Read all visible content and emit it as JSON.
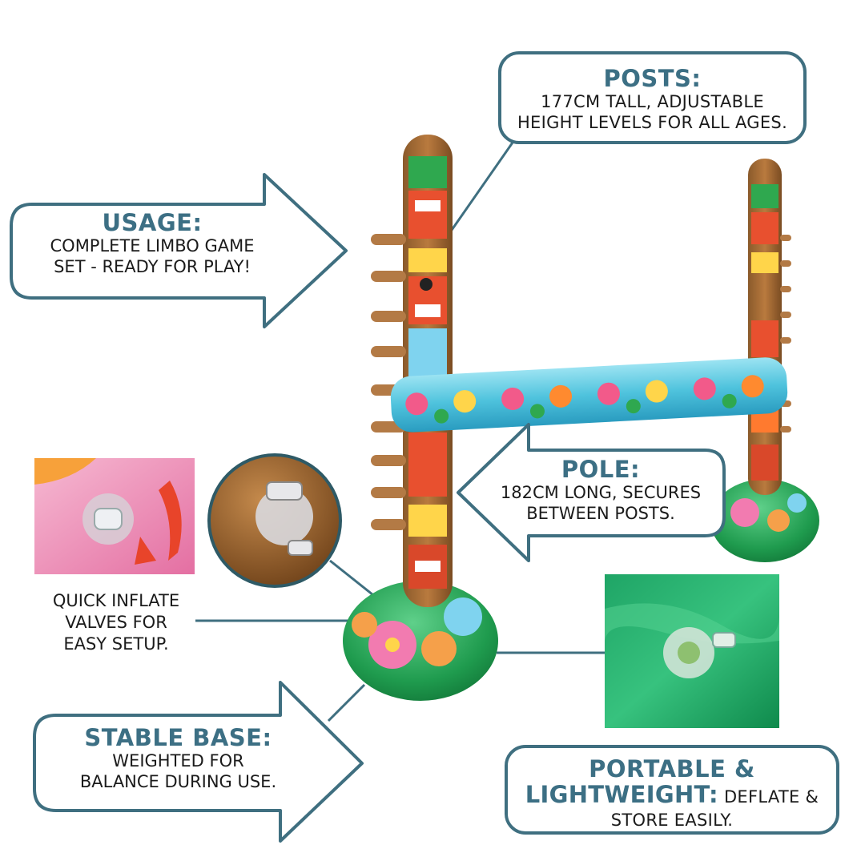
{
  "posts": {
    "title": "POSTS:",
    "line1": "177CM TALL, ADJUSTABLE",
    "line2": "HEIGHT LEVELS FOR ALL AGES."
  },
  "usage": {
    "title": "USAGE:",
    "line1": "COMPLETE LIMBO GAME",
    "line2": "SET - READY FOR PLAY!"
  },
  "pole": {
    "title": "POLE:",
    "line1": "182CM LONG, SECURES",
    "line2": "BETWEEN POSTS."
  },
  "valves": {
    "line1": "QUICK INFLATE",
    "line2": "VALVES FOR",
    "line3": "EASY SETUP."
  },
  "base": {
    "title": "STABLE BASE:",
    "line1": "WEIGHTED FOR",
    "line2": "BALANCE DURING USE."
  },
  "portable": {
    "title_1": "PORTABLE &",
    "title_2": "LIGHTWEIGHT:",
    "tail": "DEFLATE &",
    "line2": "STORE EASILY."
  },
  "colors": {
    "accent": "#3c6f84",
    "border": "#3f6f80"
  }
}
